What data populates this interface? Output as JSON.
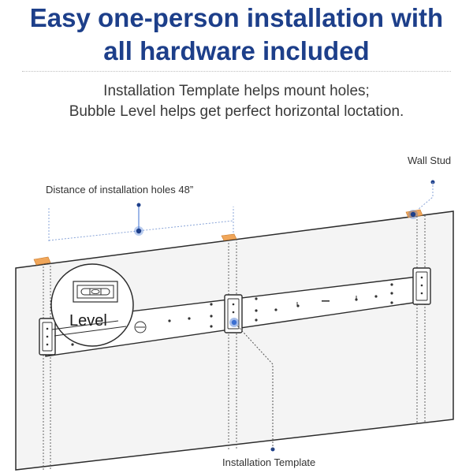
{
  "header": {
    "title_line1": "Easy one-person installation with",
    "title_line2": "all hardware included"
  },
  "subheader": {
    "line1": "Installation Template helps mount holes;",
    "line2": "Bubble Level helps get perfect horizontal loctation."
  },
  "callouts": {
    "wall_stud": "Wall Stud",
    "distance": "Distance of installation holes 48”",
    "level": "Level",
    "template": "Installation Template"
  },
  "colors": {
    "title": "#1d3f8a",
    "accent_blue": "#3b6fd1",
    "stud_orange": "#f0a65a",
    "wall_fill": "#f4f4f4"
  }
}
